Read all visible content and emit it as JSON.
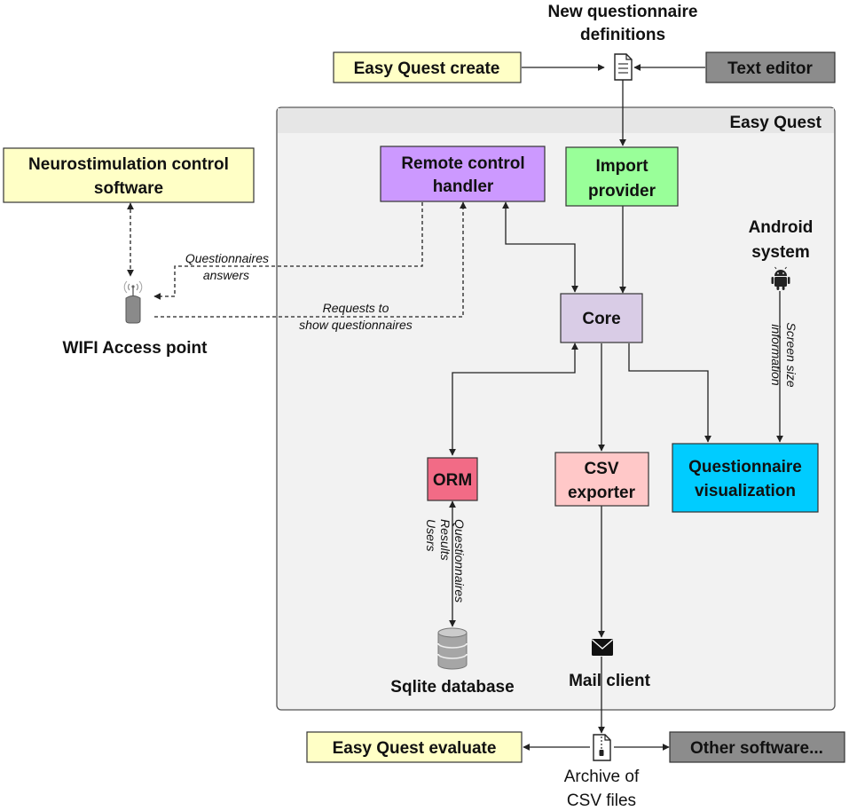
{
  "colors": {
    "yellow": "#ffffc6",
    "gray_box": "#8c8c8c",
    "container": "#f2f2f2",
    "purple": "#cc99ff",
    "green": "#99ff99",
    "lavender": "#d9cce6",
    "red": "#f26b86",
    "pink": "#ffc8c8",
    "cyan": "#00ccff"
  },
  "nodes": {
    "new_definitions": {
      "line1": "New questionnaire",
      "line2": "definitions",
      "icon": "document-icon"
    },
    "easy_quest_create": {
      "label": "Easy Quest create"
    },
    "text_editor": {
      "label": "Text editor"
    },
    "easy_quest": {
      "label": "Easy Quest"
    },
    "neurostim": {
      "line1": "Neurostimulation control",
      "line2": "software"
    },
    "remote_control": {
      "line1": "Remote control",
      "line2": "handler"
    },
    "import_provider": {
      "line1": "Import",
      "line2": "provider"
    },
    "android": {
      "line1": "Android",
      "line2": "system",
      "icon": "android-icon"
    },
    "wifi": {
      "label": "WIFI Access point",
      "icon": "wifi-router-icon"
    },
    "core": {
      "label": "Core"
    },
    "orm": {
      "label": "ORM"
    },
    "csv_exporter": {
      "line1": "CSV",
      "line2": "exporter"
    },
    "questionnaire_vis": {
      "line1": "Questionnaire",
      "line2": "visualization"
    },
    "sqlite": {
      "label": "Sqlite database",
      "icon": "database-icon"
    },
    "mail": {
      "label": "Mail client",
      "icon": "envelope-icon"
    },
    "easy_quest_evaluate": {
      "label": "Easy Quest evaluate"
    },
    "other_software": {
      "label": "Other software..."
    },
    "archive": {
      "line1": "Archive of",
      "line2": "CSV files",
      "icon": "zip-file-icon"
    }
  },
  "edge_labels": {
    "questionnaires_answers": {
      "line1": "Questionnaires",
      "line2": "answers"
    },
    "requests": {
      "line1": "Requests to",
      "line2": "show questionnaires"
    },
    "screen_size": {
      "line1": "Screen size",
      "line2": "information"
    },
    "db_content": {
      "line1": "Questionnaires",
      "line2": "Results",
      "line3": "Users"
    }
  }
}
